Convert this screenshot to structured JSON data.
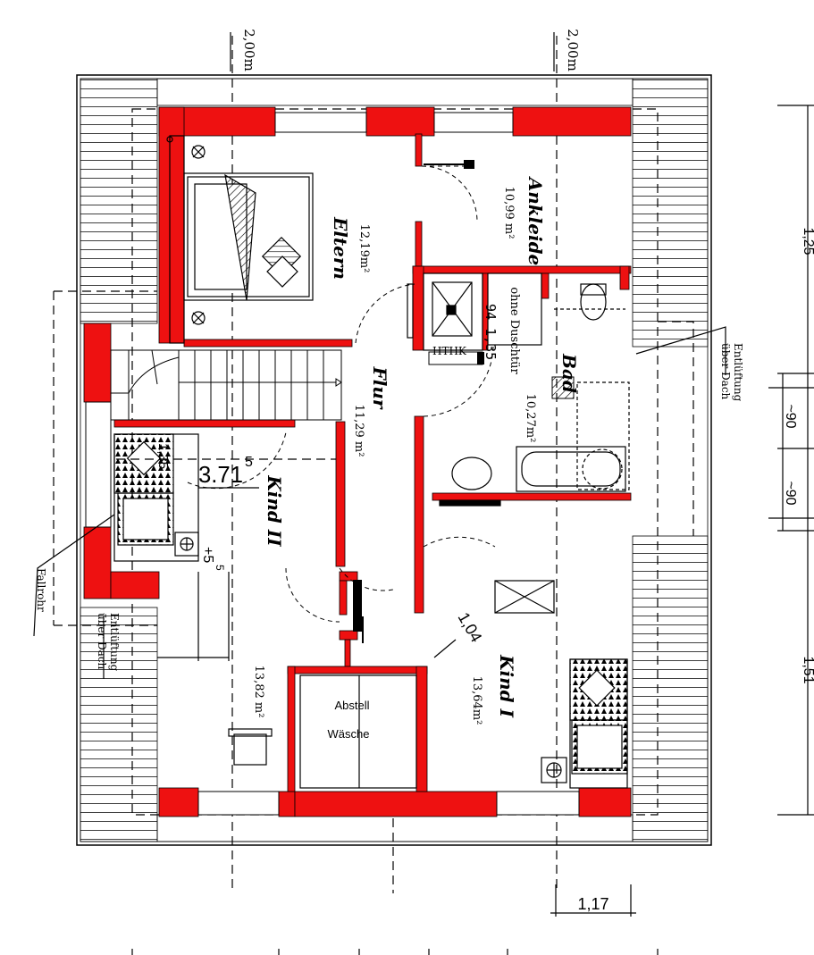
{
  "colors": {
    "wall": "#ee1111",
    "line": "#000000",
    "background": "#ffffff"
  },
  "dimensions": {
    "top_left": "2,00m",
    "top_right": "2,00m",
    "right_90_a": "~90",
    "right_90_b": "~90",
    "bottom": "1,17",
    "stair_width": "3.71",
    "stair_width_sup": "5",
    "small_dim": "+5",
    "small_dim_sup": "5",
    "step_dim": "1,04",
    "kind2_dim": "1,35",
    "door_dims": "94   1,35",
    "right_edge_a": "1,25",
    "right_edge_b": "1,51"
  },
  "rooms": {
    "eltern": {
      "name": "Eltern",
      "area": "12,19m²"
    },
    "ankleide": {
      "name": "Ankleide",
      "area": "10,99 m²"
    },
    "flur": {
      "name": "Flur",
      "area": "11,29 m²"
    },
    "bad": {
      "name": "Bad",
      "area": "10,27m²"
    },
    "kind2": {
      "name": "Kind II",
      "area": "13,82 m²"
    },
    "kind1": {
      "name": "Kind I",
      "area": "13,64m²"
    },
    "abstell": {
      "name": "Abstell",
      "sub": "Wäsche"
    }
  },
  "labels": {
    "ohne_duschtuer": "ohne Duschtür",
    "htkh": "HTHK",
    "entlueftung_right_1": "Entlüftung",
    "entlueftung_right_2": "über Dach",
    "entlueftung_left_1": "Entlüftung",
    "entlueftung_left_2": "über Dach",
    "fallrohr": "Fallrohr"
  },
  "icons": {
    "radiator": "radiator-icon",
    "floor_drain": "floor-drain-icon",
    "chimney": "chimney-icon"
  }
}
